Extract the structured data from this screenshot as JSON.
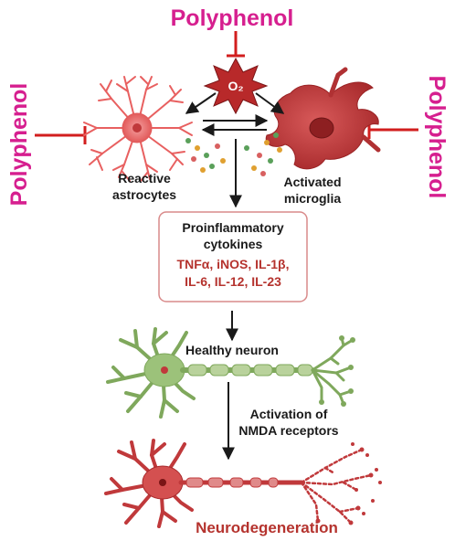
{
  "labels": {
    "polyphenol_top": "Polyphenol",
    "polyphenol_left": "Polyphenol",
    "polyphenol_right": "Polyphenol",
    "o2": "O₂",
    "astrocytes_line1": "Reactive",
    "astrocytes_line2": "astrocytes",
    "microglia_line1": "Activated",
    "microglia_line2": "microglia",
    "cytokines_title_line1": "Proinflammatory",
    "cytokines_title_line2": "cytokines",
    "cytokines_list_line1": "TNFα, iNOS, IL-1β,",
    "cytokines_list_line2": "IL-6, IL-12, IL-23",
    "healthy_neuron": "Healthy neuron",
    "nmda_line1": "Activation of",
    "nmda_line2": "NMDA receptors",
    "neurodegeneration": "Neurodegeneration"
  },
  "colors": {
    "polyphenol": "#d61f8f",
    "inhibit": "#d21e1e",
    "astrocyte": "#e86060",
    "microglia": "#c0393b",
    "cytokine_box_border": "#d98a8a",
    "cytokine_list": "#b5332e",
    "healthy_neuron": "#7fa85c",
    "degenerating_neuron": "#c0393b",
    "neurodegeneration_text": "#b5332e",
    "arrow": "#1a1a1a"
  }
}
